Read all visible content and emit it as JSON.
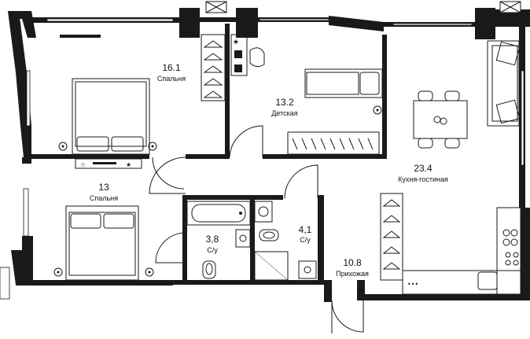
{
  "rooms": [
    {
      "id": "bedroom-1",
      "area": "16.1",
      "name": "Спальня"
    },
    {
      "id": "kids-room",
      "area": "13.2",
      "name": "Детская"
    },
    {
      "id": "kitchen-living",
      "area": "23.4",
      "name": "Кухня-гостиная"
    },
    {
      "id": "bedroom-2",
      "area": "13",
      "name": "Спальня"
    },
    {
      "id": "bathroom-1",
      "area": "3,8",
      "name": "С/у"
    },
    {
      "id": "bathroom-2",
      "area": "4,1",
      "name": "С/у"
    },
    {
      "id": "hallway",
      "area": "10.8",
      "name": "Прихожая"
    }
  ],
  "icons": [
    "bed-icon",
    "wardrobe-hanger-icon",
    "desk-icon",
    "chair-icon",
    "sofa-icon",
    "dining-table-icon",
    "stove-icon",
    "sink-icon",
    "toilet-icon",
    "bathtub-icon",
    "shower-icon",
    "socket-icon",
    "door-swing-icon"
  ],
  "colors": {
    "wall": "#1a1a1a",
    "background": "#ffffff"
  }
}
